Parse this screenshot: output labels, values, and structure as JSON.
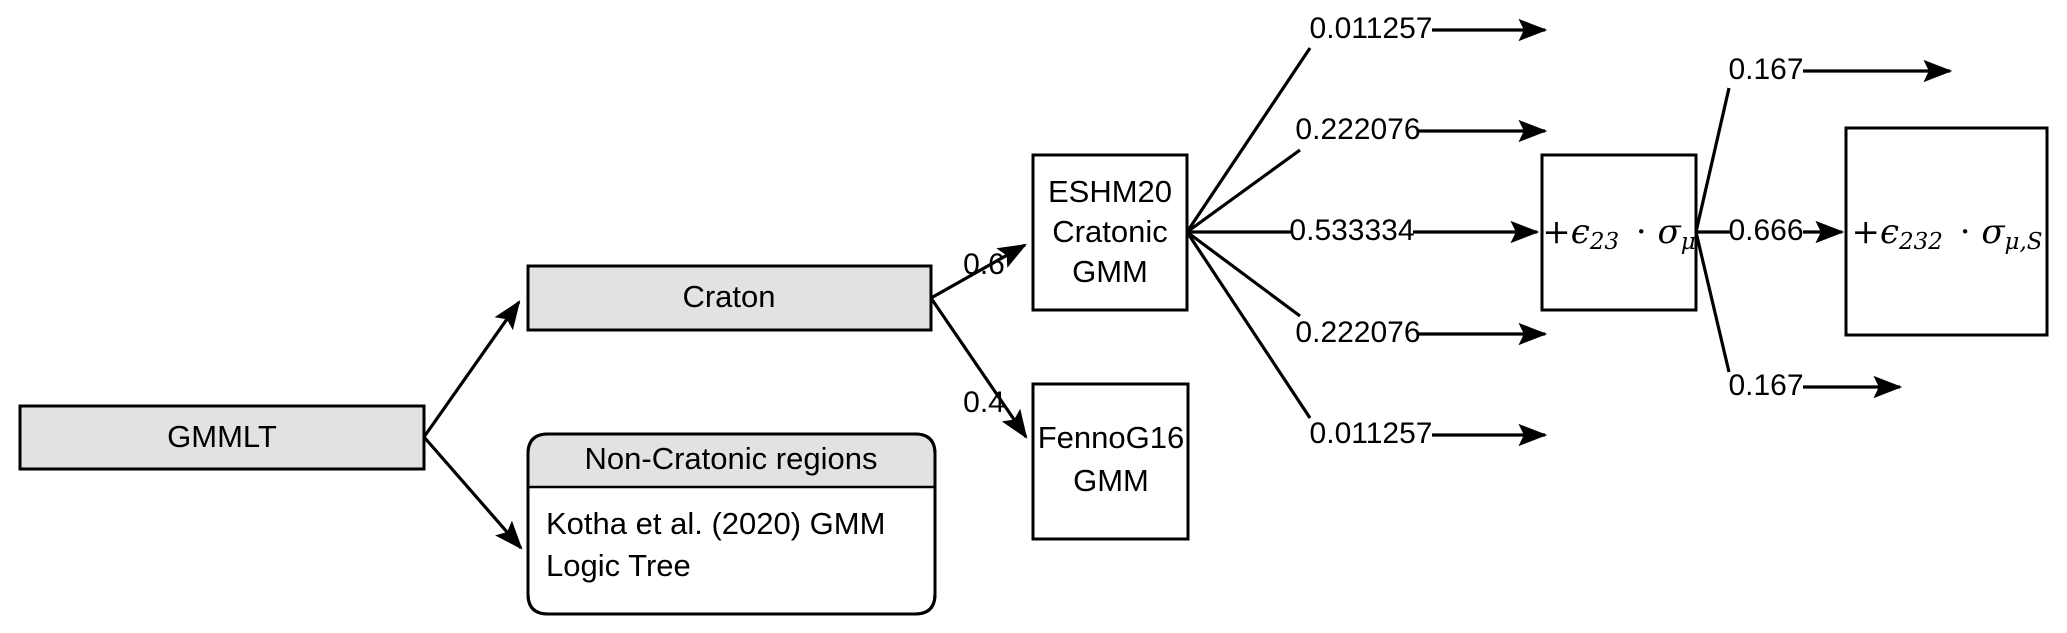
{
  "diagram": {
    "title": "GMMLT logic tree",
    "colors": {
      "node_fill_gray": "#e2e2e2",
      "node_fill_white": "#ffffff",
      "stroke": "#000000",
      "background": "#ffffff"
    },
    "nodes": {
      "root": {
        "label": "GMMLT"
      },
      "craton": {
        "label": "Craton"
      },
      "noncratonic": {
        "header": "Non-Cratonic regions",
        "body_line1": "Kotha et al. (2020) GMM",
        "body_line2": "Logic Tree"
      },
      "eshm20": {
        "line1": "ESHM20",
        "line2": "Cratonic",
        "line3": "GMM"
      },
      "fennog16": {
        "line1": "FennoG16",
        "line2": "GMM"
      },
      "epsilon23": {
        "op": "+",
        "symbol": "ϵ",
        "subscript": "23",
        "dot": "·",
        "sigma": "σ",
        "sigma_sub": "μ"
      },
      "epsilon232": {
        "op": "+",
        "symbol": "ϵ",
        "subscript": "232",
        "dot": "·",
        "sigma": "σ",
        "sigma_sub": "μ,S"
      }
    },
    "weights": {
      "craton_to_eshm20": "0.6",
      "craton_to_fennog16": "0.4",
      "eshm20_branch_1": "0.011257",
      "eshm20_branch_2": "0.222076",
      "eshm20_branch_3": "0.533334",
      "eshm20_branch_4": "0.222076",
      "eshm20_branch_5": "0.011257",
      "eps23_branch_1": "0.167",
      "eps23_branch_2": "0.666",
      "eps23_branch_3": "0.167"
    }
  }
}
